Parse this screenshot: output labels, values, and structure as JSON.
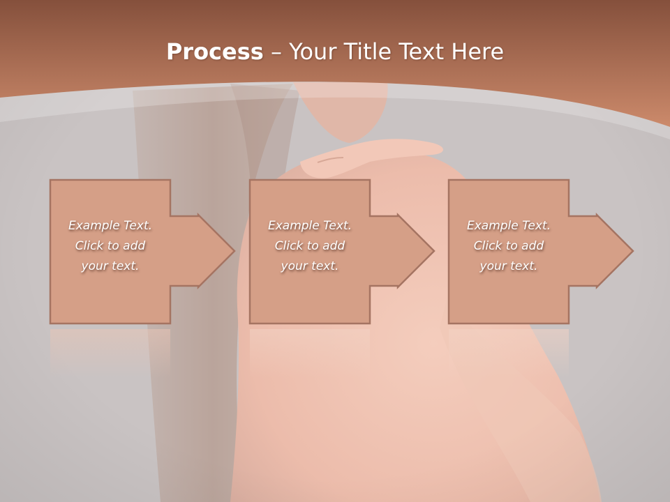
{
  "slide": {
    "title_bold": "Process",
    "title_dash": " – ",
    "title_rest": "Your Title Text Here"
  },
  "steps": [
    {
      "text": "Example Text.\nClick  to add\nyour text."
    },
    {
      "text": "Example Text.\nClick  to add\nyour text."
    },
    {
      "text": "Example Text.\nClick  to add\nyour text."
    }
  ],
  "colors": {
    "header_dark": "#8a5440",
    "header_light": "#cc8a6b",
    "box_fill": "#d59f87",
    "box_border": "#a57462",
    "canvas_gray": "#c9c3c3"
  }
}
